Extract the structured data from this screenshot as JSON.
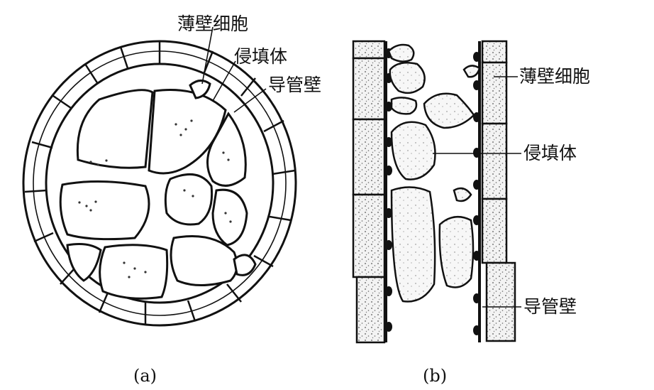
{
  "figure": {
    "panel_a": {
      "caption": "(a)",
      "labels": {
        "parenchyma": "薄壁细胞",
        "tylosis": "侵填体",
        "vessel_wall": "导管壁"
      }
    },
    "panel_b": {
      "caption": "(b)",
      "labels": {
        "parenchyma": "薄壁细胞",
        "tylosis": "侵填体",
        "vessel_wall": "导管壁"
      }
    }
  }
}
